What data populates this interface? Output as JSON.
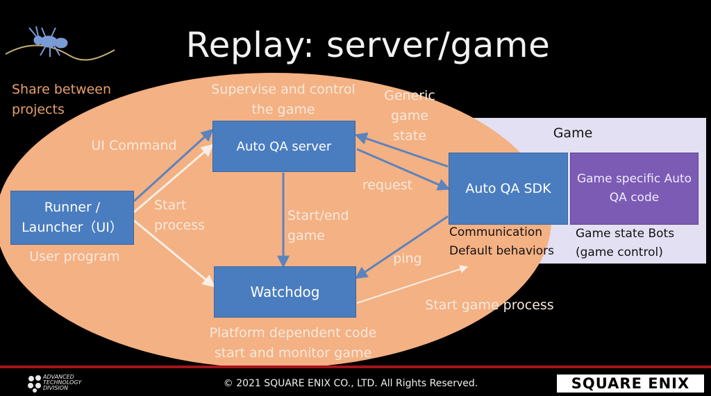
{
  "title": "Replay: server/game",
  "share_label": "Share between projects",
  "supervise_label": "Supervise and control the game",
  "generic_label": "Generic game state",
  "ui_command_label": "UI Command",
  "start_process_label": "Start process",
  "request_label": "request",
  "start_end_label": "Start/end game",
  "ping_label": "ping",
  "start_game_process_label": "Start game process",
  "platform_label": "Platform dependent code start and monitor game",
  "user_program_label": "User program",
  "game_label": "Game",
  "sdk_caption": "Communication Default behaviors",
  "game_caption": "Game state Bots (game control)",
  "boxes": {
    "runner": "Runner / Launcher（UI）",
    "server": "Auto QA server",
    "watchdog": "Watchdog",
    "sdk": "Auto QA SDK",
    "game_specific": "Game specific Auto QA code"
  },
  "footer": {
    "copyright": "© 2021 SQUARE ENIX CO., LTD. All Rights Reserved.",
    "advanced_logo": "ADVANCED TECHNOLOGY DIVISION",
    "brand_logo": "SQUARE ENIX"
  },
  "colors": {
    "background": "#000000",
    "ellipse": "#f4b183",
    "box_blue": "#4a7dbf",
    "box_purple": "#7b5bb3",
    "game_panel": "#e4e0f3",
    "share_label": "#e9a06a",
    "footer_rule": "#a4151d"
  }
}
